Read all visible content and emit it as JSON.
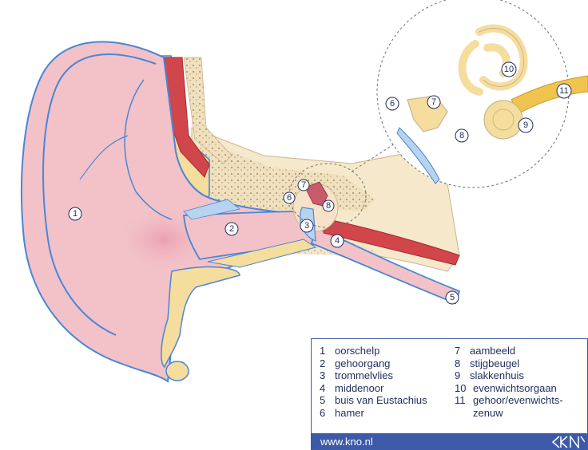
{
  "diagram": {
    "callouts": [
      "1",
      "2",
      "3",
      "4",
      "5",
      "6",
      "7",
      "8",
      "6",
      "7",
      "8",
      "9",
      "10",
      "11"
    ]
  },
  "legend": {
    "left": [
      {
        "num": "1",
        "text": "oorschelp"
      },
      {
        "num": "2",
        "text": "gehoorgang"
      },
      {
        "num": "3",
        "text": "trommelvlies"
      },
      {
        "num": "4",
        "text": "middenoor"
      },
      {
        "num": "5",
        "text": "buis van Eustachius"
      },
      {
        "num": "6",
        "text": "hamer"
      }
    ],
    "right": [
      {
        "num": "7",
        "text": "aambeeld"
      },
      {
        "num": "8",
        "text": "stijgbeugel"
      },
      {
        "num": "9",
        "text": "slakkenhuis"
      },
      {
        "num": "10",
        "text": "evenwichtsorgaan"
      },
      {
        "num": "11",
        "text": "gehoor/evenwichts-"
      },
      {
        "num": "",
        "text": "zenuw"
      }
    ]
  },
  "footer": {
    "url": "www.kno.nl"
  },
  "colors": {
    "outline": "#4a86d6",
    "skin": "#f2c2c8",
    "bone": "#f5e6c4",
    "muscle": "#d0464a",
    "brand": "#3d5aa8"
  }
}
